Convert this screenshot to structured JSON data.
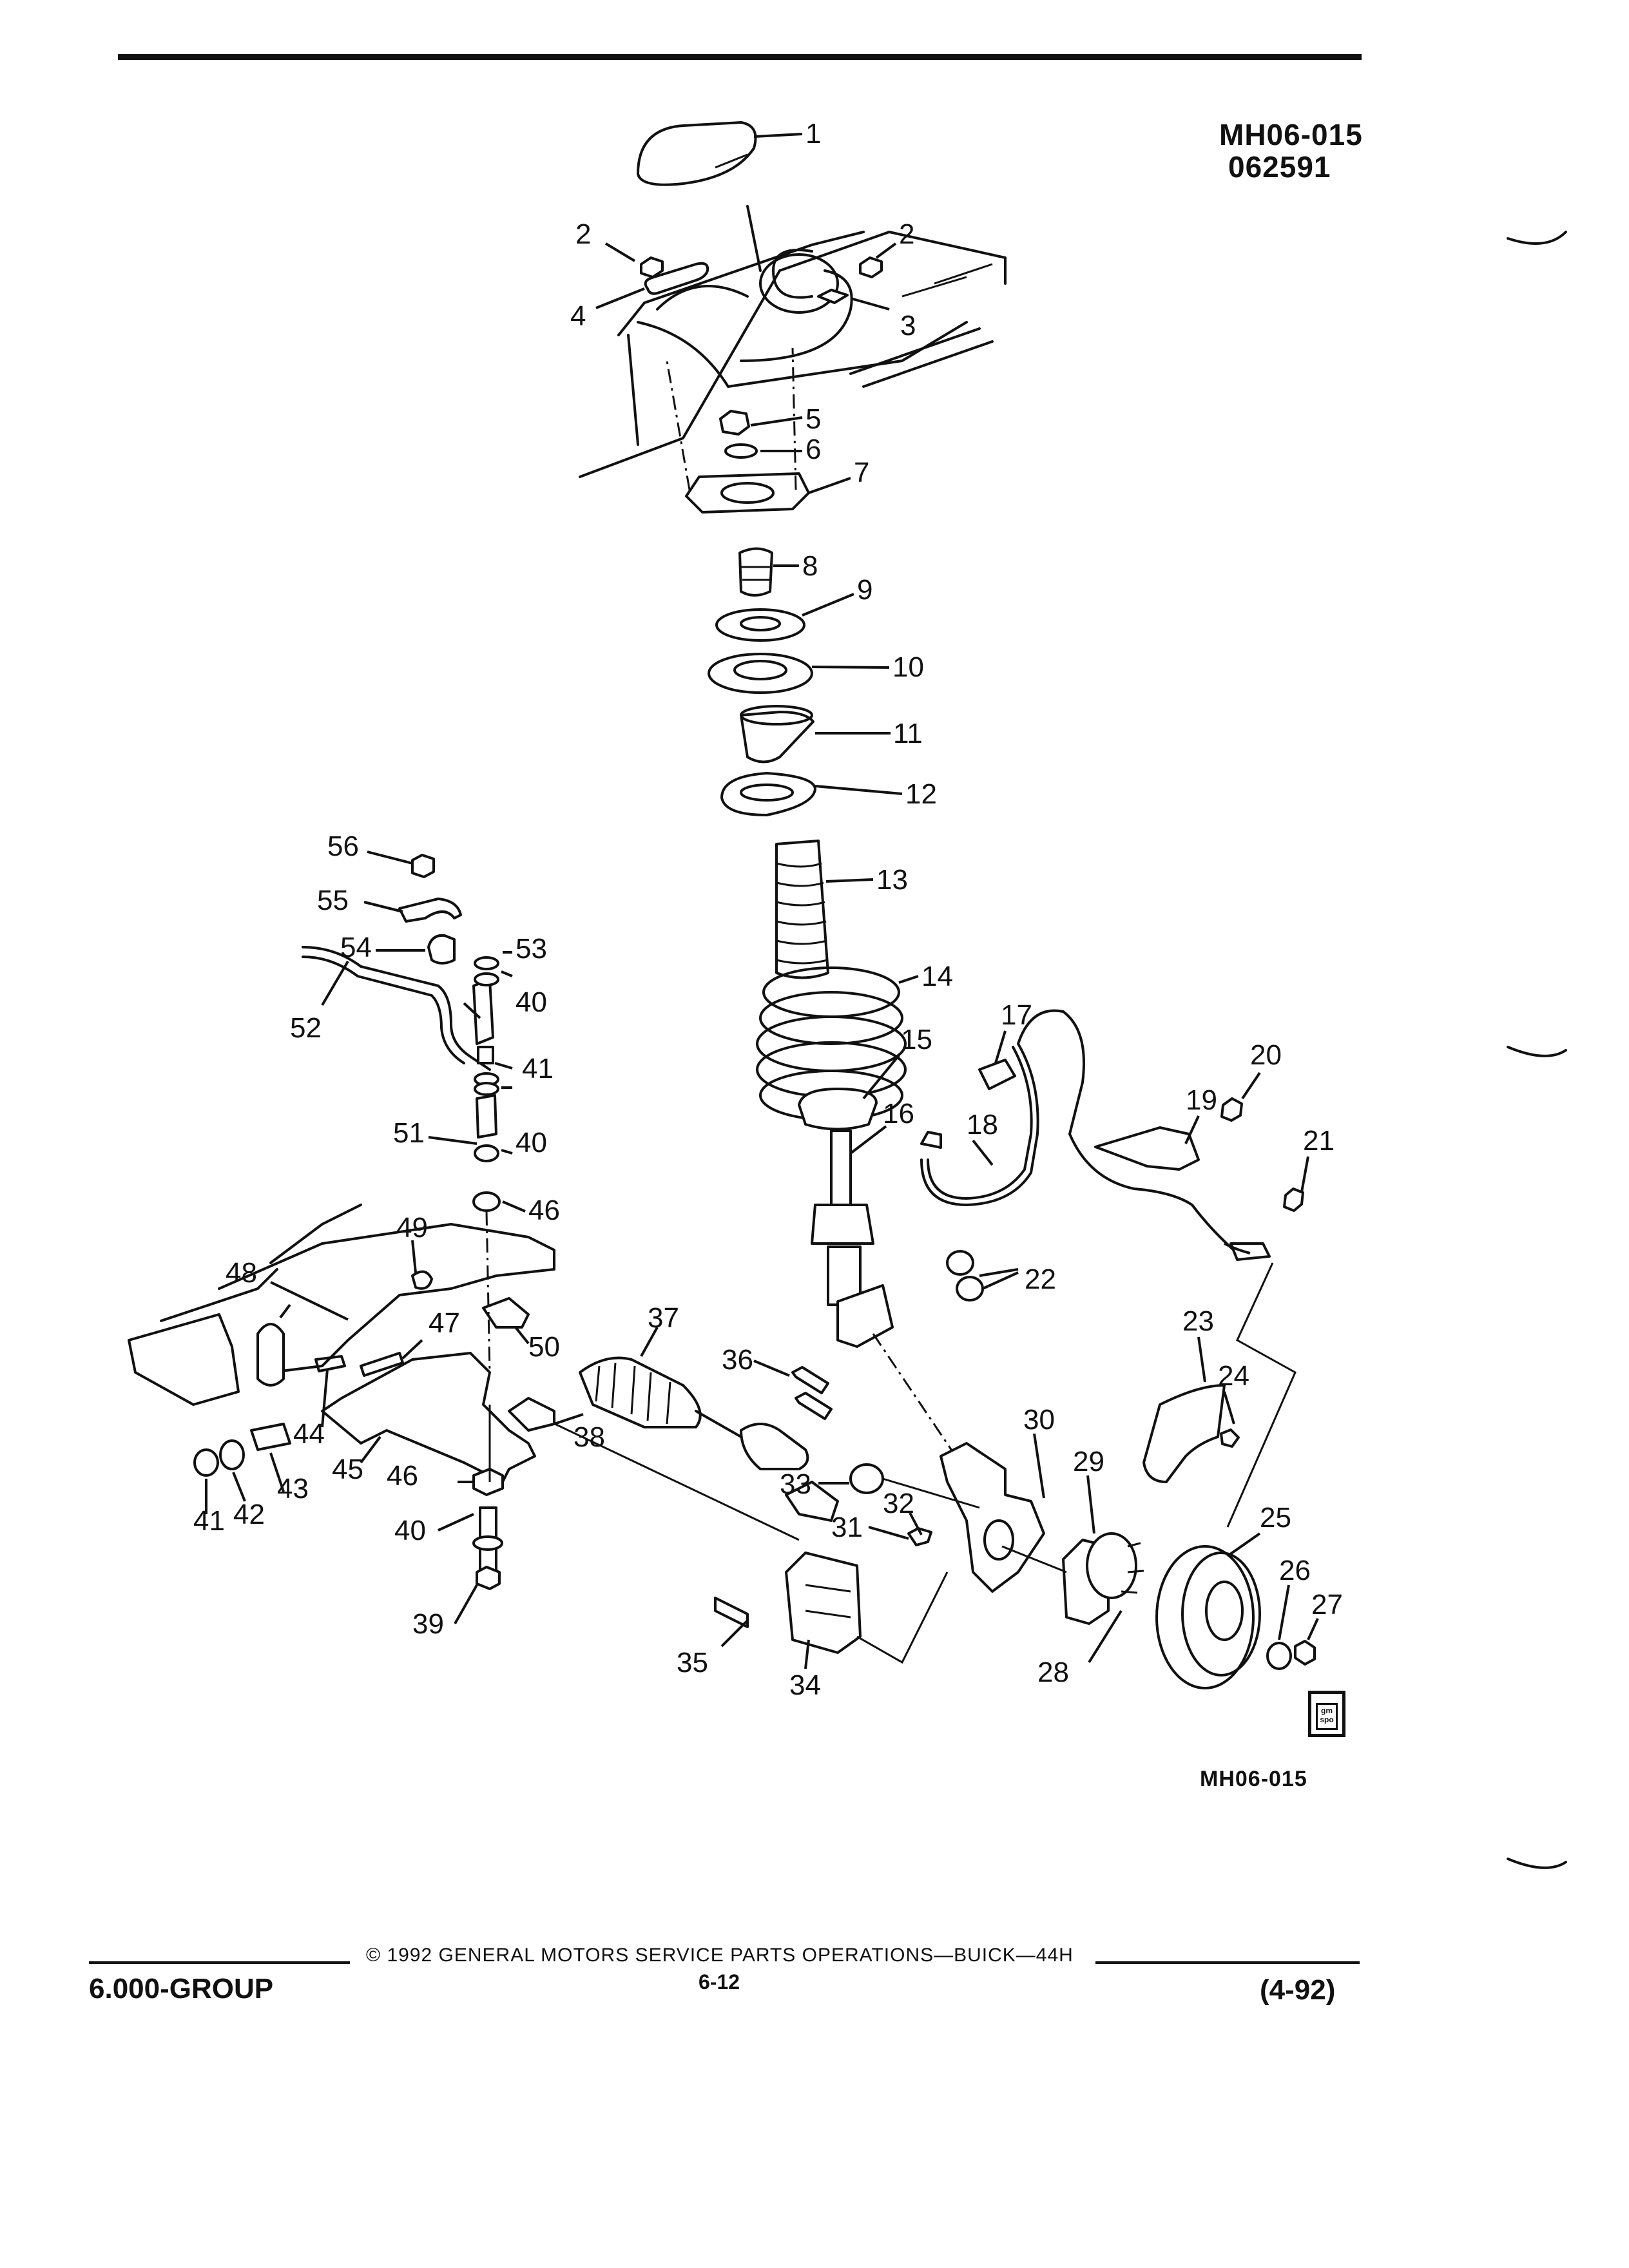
{
  "header": {
    "drawing_id": "MH06-015",
    "drawing_date": "062591"
  },
  "diagram": {
    "callouts": [
      "1",
      "2",
      "2",
      "3",
      "4",
      "5",
      "6",
      "7",
      "8",
      "9",
      "10",
      "11",
      "12",
      "13",
      "14",
      "15",
      "16",
      "17",
      "18",
      "19",
      "20",
      "21",
      "22",
      "23",
      "24",
      "25",
      "26",
      "27",
      "28",
      "29",
      "30",
      "31",
      "32",
      "33",
      "34",
      "35",
      "36",
      "37",
      "38",
      "39",
      "40",
      "40",
      "40",
      "41",
      "41",
      "42",
      "43",
      "44",
      "45",
      "46",
      "46",
      "47",
      "48",
      "49",
      "50",
      "51",
      "52",
      "53",
      "54",
      "55",
      "56"
    ],
    "caption": "MH06-015"
  },
  "footer": {
    "group": "6.000-GROUP",
    "copyright": "© 1992 GENERAL MOTORS SERVICE PARTS OPERATIONS—BUICK—44H",
    "page": "6-12",
    "revision": "(4-92)"
  },
  "logo": {
    "name": "gm-spo-logo",
    "text": "gm spo"
  }
}
